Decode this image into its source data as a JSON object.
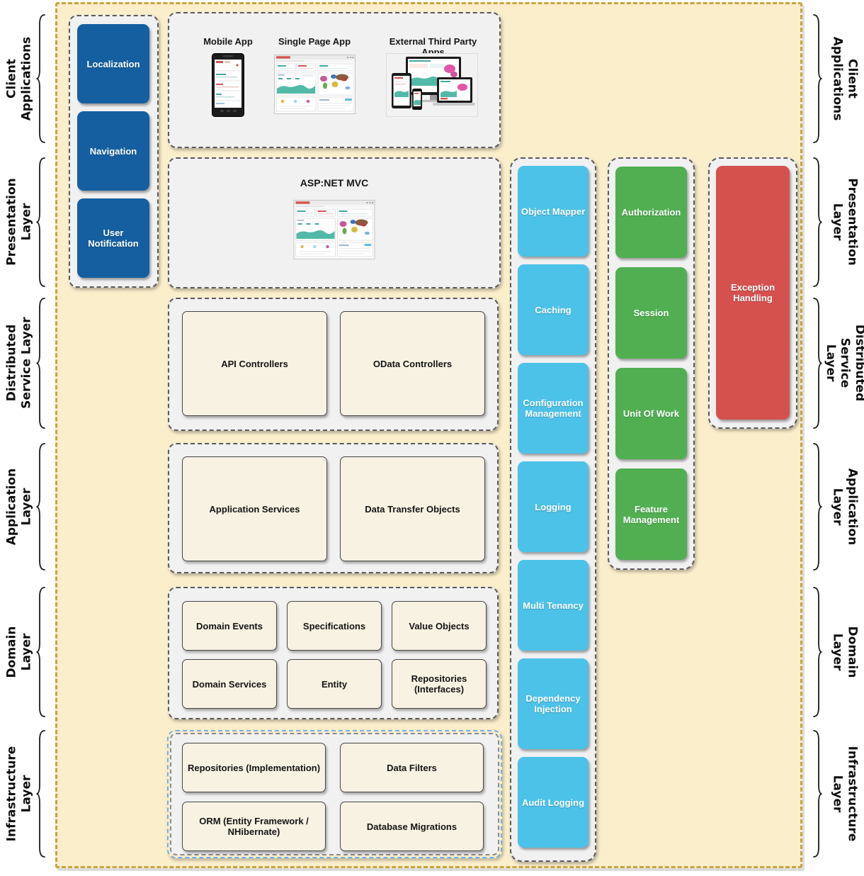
{
  "colors": {
    "canvas_bg": "#FBEECB",
    "canvas_border": "#C8A440",
    "container_bg": "#F1F1F2",
    "cream_box_bg": "#F8F2E3",
    "blue_box": "#155FA0",
    "cyan_box": "#4CC2E8",
    "green_box": "#51AF52",
    "red_box": "#D5514E",
    "infrastructure_border": "#74AEE8"
  },
  "layers": [
    {
      "label": "Client\nApplications"
    },
    {
      "label": "Presentation\nLayer"
    },
    {
      "label": "Distributed\nService Layer"
    },
    {
      "label": "Application\nLayer"
    },
    {
      "label": "Domain\nLayer"
    },
    {
      "label": "Infrastructure\nLayer"
    }
  ],
  "presentation_toolbox": {
    "items": [
      "Localization",
      "Navigation",
      "User Notification"
    ]
  },
  "client_apps": {
    "items": [
      "Mobile App",
      "Single Page App",
      "External Third Party Apps"
    ]
  },
  "mvc": {
    "title": "ASP:NET MVC"
  },
  "distributed_service": {
    "boxes": [
      "API Controllers",
      "OData Controllers"
    ]
  },
  "application_layer": {
    "boxes": [
      "Application Services",
      "Data Transfer Objects"
    ]
  },
  "domain_layer": {
    "boxes": [
      "Domain Events",
      "Specifications",
      "Value Objects",
      "Domain Services",
      "Entity",
      "Repositories (Interfaces)"
    ]
  },
  "infrastructure_layer": {
    "boxes": [
      "Repositories (Implementation)",
      "Data Filters",
      "ORM (Entity Framework / NHibernate)",
      "Database Migrations"
    ]
  },
  "cross_cutting": {
    "boxes": [
      "Object Mapper",
      "Caching",
      "Configuration Management",
      "Logging",
      "Multi Tenancy",
      "Dependency Injection",
      "Audit Logging"
    ]
  },
  "aspects": {
    "boxes": [
      "Authorization",
      "Session",
      "Unit Of Work",
      "Feature Management"
    ]
  },
  "exception": {
    "label": "Exception Handling"
  }
}
